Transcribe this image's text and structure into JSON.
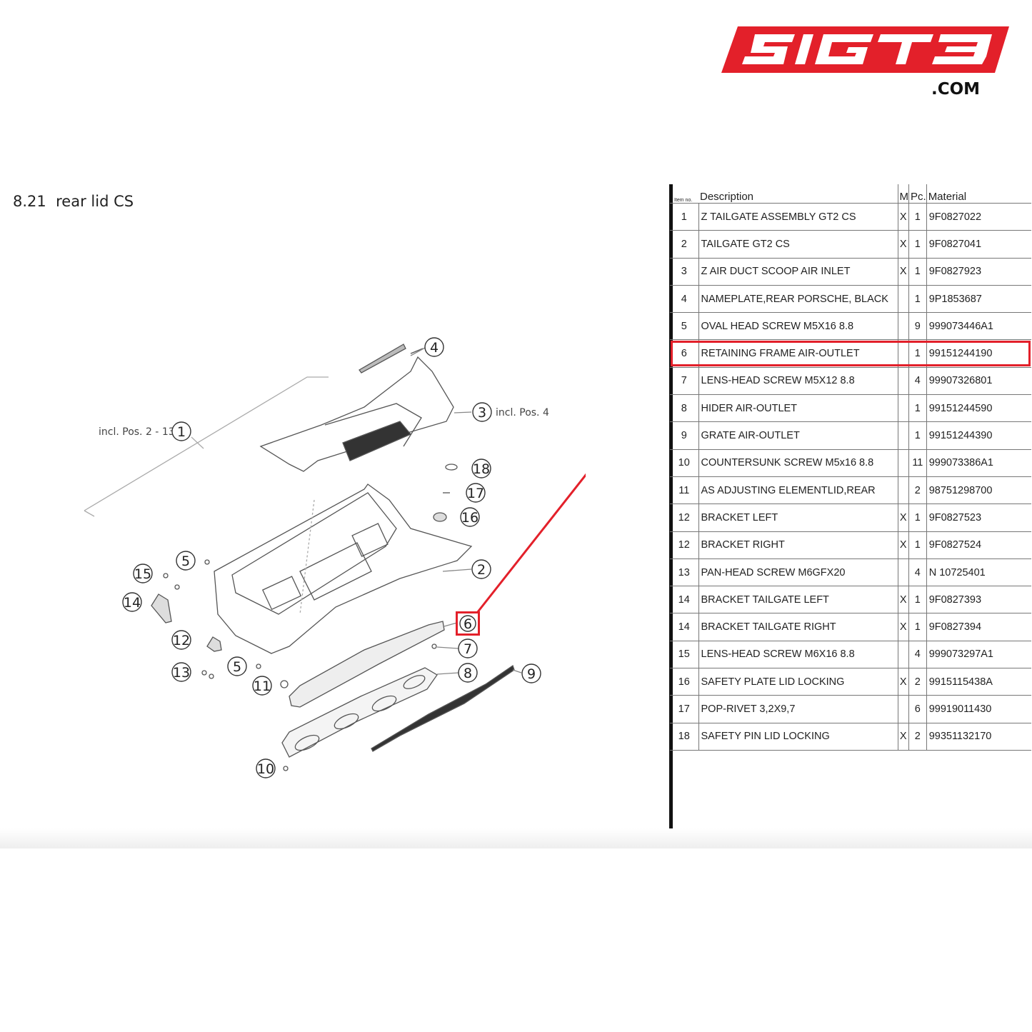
{
  "brand": {
    "logo_text": "SIGT3",
    "domain": ".COM",
    "accent": "#e3202a"
  },
  "section": {
    "number": "8.21",
    "title": "rear lid CS"
  },
  "diagram": {
    "notes": {
      "incl_2_13": "incl. Pos. 2 - 13",
      "incl_4": "incl. Pos. 4"
    },
    "callouts": [
      "1",
      "2",
      "3",
      "4",
      "5",
      "5",
      "6",
      "7",
      "8",
      "9",
      "10",
      "11",
      "12",
      "13",
      "14",
      "15",
      "16",
      "17",
      "18"
    ],
    "highlight_color": "#e3202a"
  },
  "table": {
    "headers": {
      "item": "Item no.",
      "desc": "Description",
      "m": "M",
      "pc": "Pc.",
      "mat": "Material"
    },
    "rows": [
      {
        "item": "1",
        "desc": "Z TAILGATE ASSEMBLY GT2 CS",
        "m": "X",
        "pc": "1",
        "mat": "9F0827022"
      },
      {
        "item": "2",
        "desc": "TAILGATE GT2 CS",
        "m": "X",
        "pc": "1",
        "mat": "9F0827041"
      },
      {
        "item": "3",
        "desc": "Z AIR DUCT SCOOP AIR INLET",
        "m": "X",
        "pc": "1",
        "mat": "9F0827923"
      },
      {
        "item": "4",
        "desc": "NAMEPLATE,REAR PORSCHE, BLACK",
        "m": "",
        "pc": "1",
        "mat": "9P1853687"
      },
      {
        "item": "5",
        "desc": "OVAL HEAD SCREW M5X16 8.8",
        "m": "",
        "pc": "9",
        "mat": "999073446A1"
      },
      {
        "item": "6",
        "desc": "RETAINING FRAME AIR-OUTLET",
        "m": "",
        "pc": "1",
        "mat": "99151244190"
      },
      {
        "item": "7",
        "desc": "LENS-HEAD SCREW M5X12 8.8",
        "m": "",
        "pc": "4",
        "mat": "99907326801"
      },
      {
        "item": "8",
        "desc": "HIDER AIR-OUTLET",
        "m": "",
        "pc": "1",
        "mat": "99151244590"
      },
      {
        "item": "9",
        "desc": "GRATE AIR-OUTLET",
        "m": "",
        "pc": "1",
        "mat": "99151244390"
      },
      {
        "item": "10",
        "desc": "COUNTERSUNK SCREW M5x16 8.8",
        "m": "",
        "pc": "11",
        "mat": "999073386A1"
      },
      {
        "item": "11",
        "desc": "AS ADJUSTING ELEMENTLID,REAR",
        "m": "",
        "pc": "2",
        "mat": "98751298700"
      },
      {
        "item": "12",
        "desc": "BRACKET LEFT",
        "m": "X",
        "pc": "1",
        "mat": "9F0827523"
      },
      {
        "item": "12",
        "desc": "BRACKET RIGHT",
        "m": "X",
        "pc": "1",
        "mat": "9F0827524"
      },
      {
        "item": "13",
        "desc": "PAN-HEAD SCREW M6GFX20",
        "m": "",
        "pc": "4",
        "mat": "N 10725401"
      },
      {
        "item": "14",
        "desc": "BRACKET TAILGATE LEFT",
        "m": "X",
        "pc": "1",
        "mat": "9F0827393"
      },
      {
        "item": "14",
        "desc": "BRACKET TAILGATE RIGHT",
        "m": "X",
        "pc": "1",
        "mat": "9F0827394"
      },
      {
        "item": "15",
        "desc": "LENS-HEAD SCREW M6X16 8.8",
        "m": "",
        "pc": "4",
        "mat": "999073297A1"
      },
      {
        "item": "16",
        "desc": "SAFETY PLATE LID LOCKING",
        "m": "X",
        "pc": "2",
        "mat": "9915115438A"
      },
      {
        "item": "17",
        "desc": "POP-RIVET 3,2X9,7",
        "m": "",
        "pc": "6",
        "mat": "99919011430"
      },
      {
        "item": "18",
        "desc": "SAFETY PIN LID LOCKING",
        "m": "X",
        "pc": "2",
        "mat": "99351132170"
      }
    ],
    "highlighted_item": "6"
  }
}
